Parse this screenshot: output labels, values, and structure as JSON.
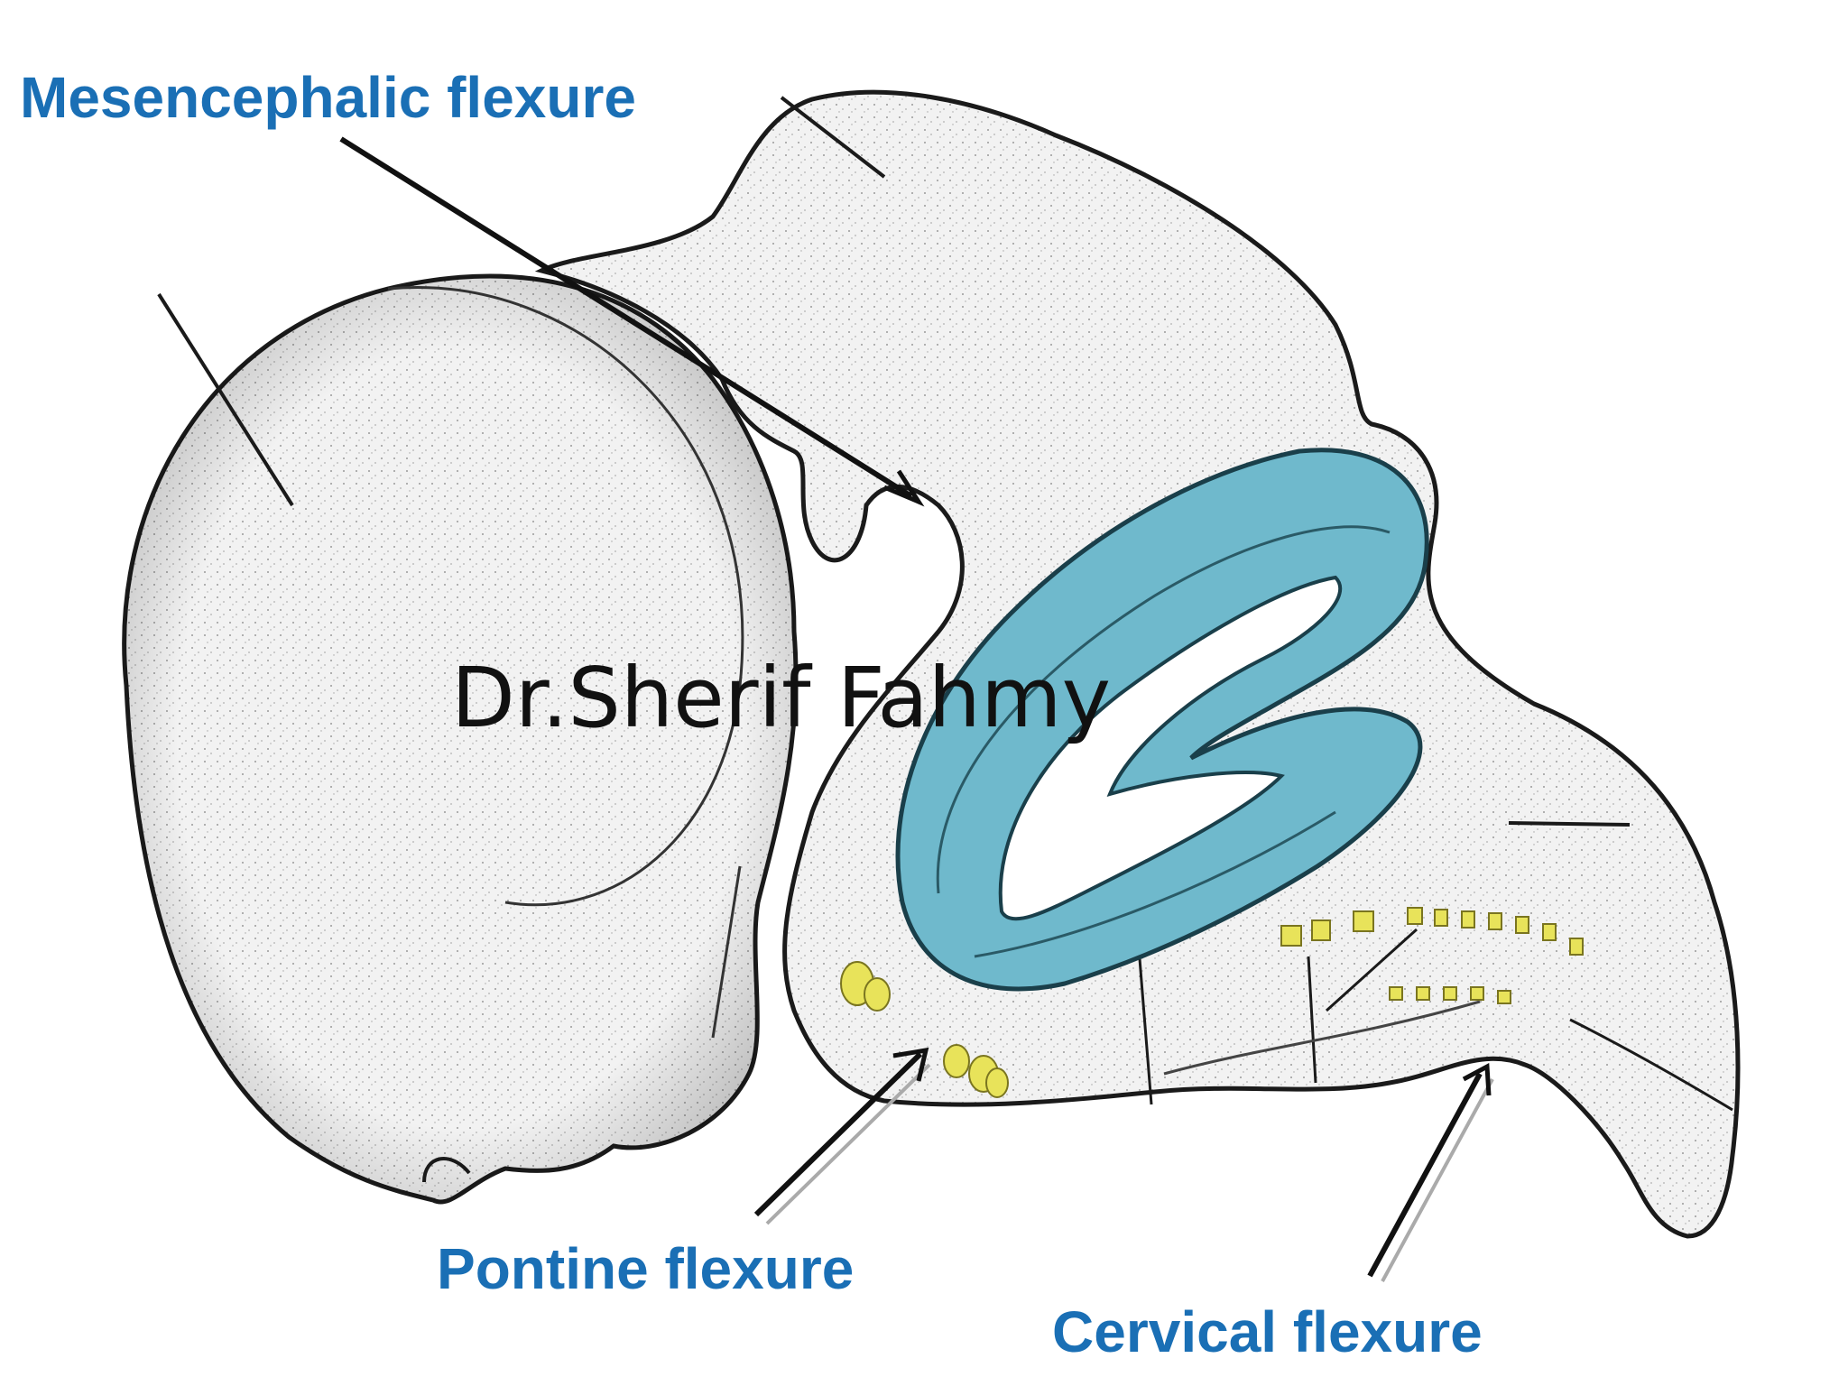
{
  "labels": {
    "mesencephalic": "Mesencephalic flexure",
    "pontine": "Pontine flexure",
    "cervical": "Cervical flexure"
  },
  "watermark": "Dr.Sherif Fahmy",
  "colors": {
    "label_text": "#1a6fb5",
    "brain_fill": "#f1f1f1",
    "outline": "#1a1a1a",
    "ventricle_fill": "#6fb9cc",
    "nerve_roots": "#e8e35a",
    "arrow": "#111111"
  }
}
